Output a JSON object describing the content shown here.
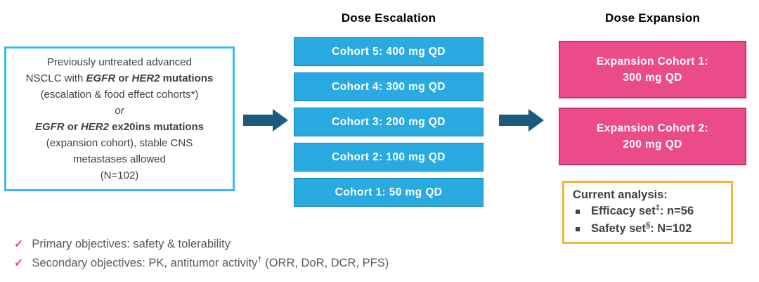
{
  "palette": {
    "escalation_blue": "#29ABE2",
    "escalation_blue_border": "#1484B8",
    "eligibility_border_blue": "#3FB9EA",
    "expansion_pink": "#EC4B89",
    "expansion_pink_border": "#C2386F",
    "arrow_teal": "#1C5B7D",
    "analysis_border_yellow": "#F2B43B",
    "dark_text": "#414042",
    "objectives_text": "#58595B",
    "check_pink": "#EC4B89"
  },
  "headers": {
    "escalation": "Dose Escalation",
    "expansion": "Dose Expansion"
  },
  "eligibility_box": {
    "line1": "Previously untreated advanced",
    "line2": {
      "pre": "NSCLC with ",
      "gene1": "EGFR",
      "mid": " or ",
      "gene2": "HER2",
      "post": " mutations"
    },
    "line3": "(escalation & food effect cohorts*)",
    "line4": "or",
    "line5": {
      "gene1": "EGFR",
      "mid": " or ",
      "gene2": "HER2",
      "post": " ex20ins mutations"
    },
    "line6": "(expansion cohort), stable CNS",
    "line7": "metastases allowed",
    "line8": "(N=102)"
  },
  "escalation_cohorts": [
    {
      "label": "Cohort 5: 400 mg QD"
    },
    {
      "label": "Cohort 4: 300 mg QD"
    },
    {
      "label": "Cohort 3: 200 mg QD"
    },
    {
      "label": "Cohort 2: 100 mg QD"
    },
    {
      "label": "Cohort 1: 50 mg QD"
    }
  ],
  "expansion_cohorts": [
    {
      "line1": "Expansion Cohort 1:",
      "line2": "300 mg QD"
    },
    {
      "line1": "Expansion Cohort 2:",
      "line2": "200 mg QD"
    }
  ],
  "current_analysis": {
    "title": "Current analysis:",
    "items": [
      {
        "pre": "Efficacy set",
        "sup": "‡",
        "post": ": n=56"
      },
      {
        "pre": "Safety set",
        "sup": "§",
        "post": ": N=102"
      }
    ]
  },
  "objectives": {
    "check": "✓",
    "items": [
      {
        "text": "Primary objectives: safety & tolerability",
        "sup": "",
        "post": ""
      },
      {
        "text": "Secondary objectives: PK, antitumor activity",
        "sup": "†",
        "post": " (ORR, DoR, DCR, PFS)"
      }
    ]
  }
}
